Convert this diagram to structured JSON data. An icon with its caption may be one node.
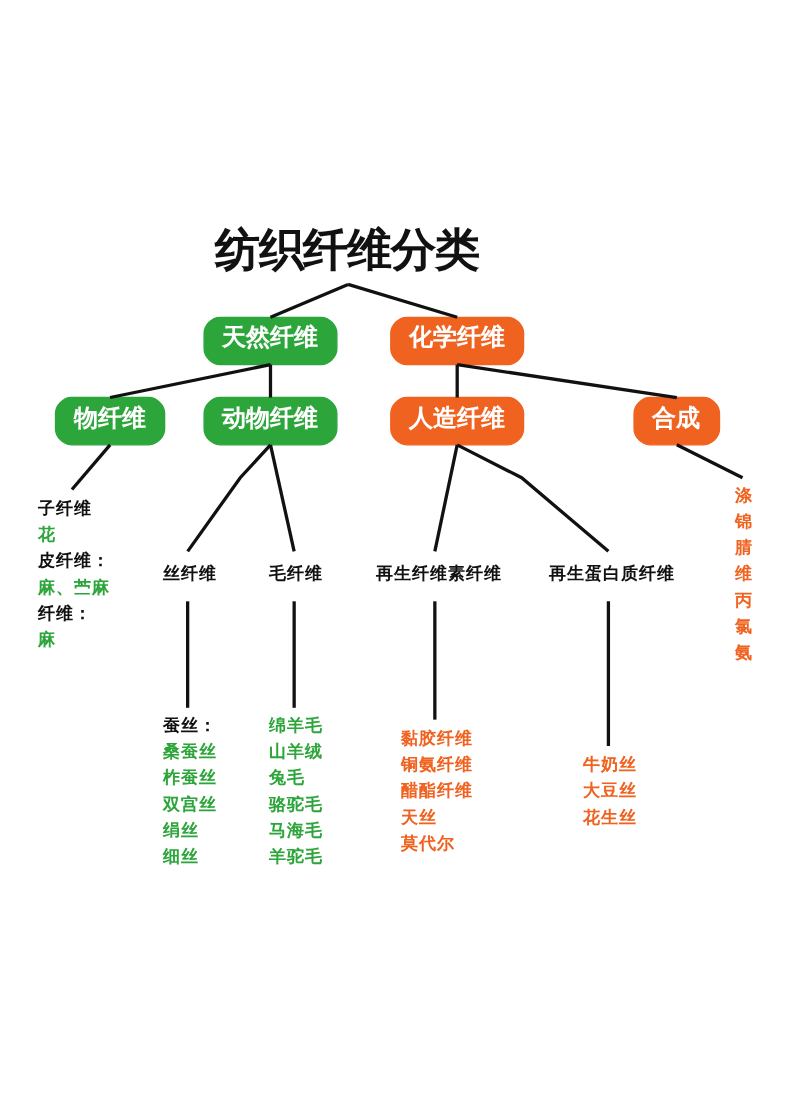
{
  "diagram": {
    "nodes": [
      {
        "text": [
          "纺织纤维分类"
        ]
      },
      {
        "text": [
          "天然纤维"
        ]
      },
      {
        "text": [
          "化学纤维"
        ]
      },
      {
        "text": [
          "物纤维"
        ]
      },
      {
        "text": [
          "动物纤维"
        ]
      },
      {
        "text": [
          "人造纤维"
        ]
      },
      {
        "text": [
          "合成"
        ]
      },
      {
        "text": [
          "子纤维",
          "花",
          "皮纤维：",
          "麻、苎麻",
          "纤维：",
          "麻"
        ]
      },
      {
        "text": [
          "丝纤维"
        ]
      },
      {
        "text": [
          "毛纤维"
        ]
      },
      {
        "text": [
          "蚕丝：",
          "桑蚕丝",
          "柞蚕丝",
          "双宫丝",
          "绢丝",
          "细丝"
        ]
      },
      {
        "text": [
          "绵羊毛",
          "山羊绒",
          "兔毛",
          "骆驼毛",
          "马海毛",
          "羊驼毛"
        ]
      },
      {
        "text": [
          "再生纤维素纤维"
        ]
      },
      {
        "text": [
          "再生蛋白质纤维"
        ]
      },
      {
        "text": [
          "黏胶纤维",
          "铜氨纤维",
          "醋酯纤维",
          "天丝",
          "莫代尔"
        ]
      },
      {
        "text": [
          "牛奶丝",
          "大豆丝",
          "花生丝"
        ]
      },
      {
        "text": [
          "涤",
          "锦",
          "腈",
          "维",
          "丙",
          "氯",
          "氨"
        ]
      }
    ],
    "edges": [
      {
        "from": 0,
        "to": 1,
        "arrow": "none"
      },
      {
        "from": 0,
        "to": 2,
        "arrow": "none"
      },
      {
        "from": 1,
        "to": 3,
        "arrow": "none"
      },
      {
        "from": 1,
        "to": 4,
        "arrow": "none"
      },
      {
        "from": 2,
        "to": 5,
        "arrow": "none"
      },
      {
        "from": 2,
        "to": 6,
        "arrow": "none"
      },
      {
        "from": 3,
        "to": 7,
        "arrow": "none"
      },
      {
        "from": 4,
        "to": 8,
        "arrow": "none"
      },
      {
        "from": 4,
        "to": 9,
        "arrow": "none"
      },
      {
        "from": 8,
        "to": 10,
        "arrow": "none"
      },
      {
        "from": 9,
        "to": 11,
        "arrow": "none"
      },
      {
        "from": 5,
        "to": 12,
        "arrow": "none"
      },
      {
        "from": 5,
        "to": 13,
        "arrow": "none"
      },
      {
        "from": 12,
        "to": 14,
        "arrow": "none"
      },
      {
        "from": 13,
        "to": 15,
        "arrow": "none"
      },
      {
        "from": 6,
        "to": 16,
        "arrow": "none"
      }
    ]
  }
}
